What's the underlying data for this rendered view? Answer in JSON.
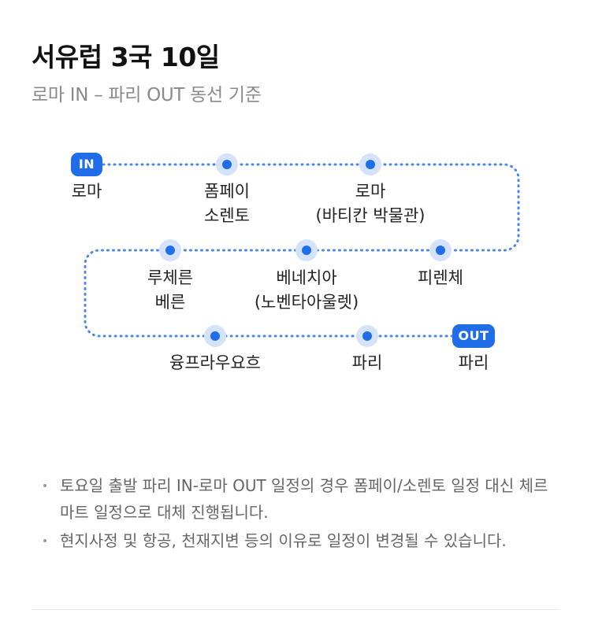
{
  "header": {
    "title": "서유럽 3국 10일",
    "subtitle": "로마 IN – 파리 OUT 동선 기준"
  },
  "route": {
    "in_badge": "IN",
    "out_badge": "OUT",
    "accent_color": "#1f6ee8",
    "stops": [
      {
        "lines": [
          "로마"
        ]
      },
      {
        "lines": [
          "폼페이",
          "소렌토"
        ]
      },
      {
        "lines": [
          "로마",
          "(바티칸 박물관)"
        ]
      },
      {
        "lines": [
          "피렌체"
        ]
      },
      {
        "lines": [
          "베네치아",
          "(노벤타아울렛)"
        ]
      },
      {
        "lines": [
          "루체른",
          "베른"
        ]
      },
      {
        "lines": [
          "융프라우요흐"
        ]
      },
      {
        "lines": [
          "파리"
        ]
      },
      {
        "lines": [
          "파리"
        ]
      }
    ]
  },
  "notes": {
    "items": [
      "토요일 출발 파리 IN-로마 OUT 일정의 경우 폼페이/소렌토 일정 대신 체르마트 일정으로 대체 진행됩니다.",
      "현지사정 및 항공, 천재지변 등의 이유로 일정이 변경될 수 있습니다."
    ]
  }
}
